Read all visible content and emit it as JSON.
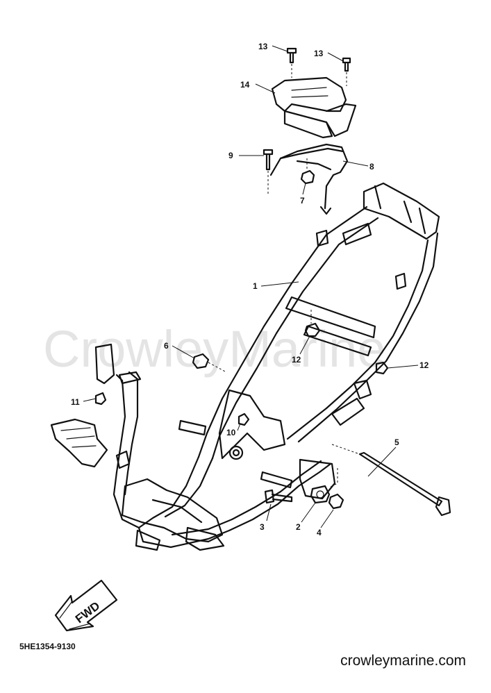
{
  "watermark": "CrowleyMarine",
  "diagram_code": "5HE1354-9130",
  "site": "crowleymarine.com",
  "fwd_label": "FWD",
  "callouts": {
    "c1": "1",
    "c2": "2",
    "c3": "3",
    "c4": "4",
    "c5": "5",
    "c6": "6",
    "c7": "7",
    "c8": "8",
    "c9": "9",
    "c10": "10",
    "c11": "11",
    "c12a": "12",
    "c12b": "12",
    "c13a": "13",
    "c13b": "13",
    "c14": "14"
  }
}
